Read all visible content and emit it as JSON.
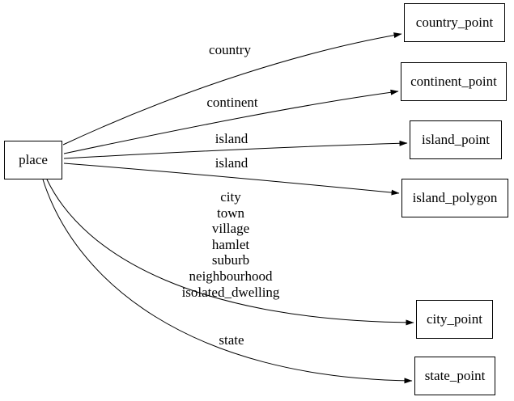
{
  "diagram": {
    "type": "directed-graph",
    "colors": {
      "background": "#ffffff",
      "node_border": "#000000",
      "edge_stroke": "#000000",
      "text": "#000000"
    },
    "nodes": [
      {
        "id": "place",
        "label": "place"
      },
      {
        "id": "country_point",
        "label": "country_point"
      },
      {
        "id": "continent_point",
        "label": "continent_point"
      },
      {
        "id": "island_point",
        "label": "island_point"
      },
      {
        "id": "island_polygon",
        "label": "island_polygon"
      },
      {
        "id": "city_point",
        "label": "city_point"
      },
      {
        "id": "state_point",
        "label": "state_point"
      }
    ],
    "edges": [
      {
        "from": "place",
        "to": "country_point",
        "label": "country"
      },
      {
        "from": "place",
        "to": "continent_point",
        "label": "continent"
      },
      {
        "from": "place",
        "to": "island_point",
        "label": "island"
      },
      {
        "from": "place",
        "to": "island_polygon",
        "label": "island"
      },
      {
        "from": "place",
        "to": "city_point",
        "label_lines": [
          "city",
          "town",
          "village",
          "hamlet",
          "suburb",
          "neighbourhood",
          "isolated_dwelling"
        ]
      },
      {
        "from": "place",
        "to": "state_point",
        "label": "state"
      }
    ]
  }
}
